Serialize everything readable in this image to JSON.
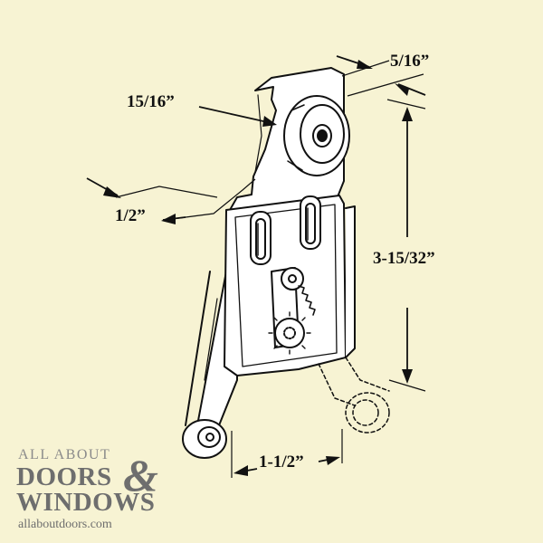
{
  "diagram": {
    "dimensions": {
      "roller_diameter": "15/16”",
      "roller_width": "5/16”",
      "offset": "1/2”",
      "height": "3-15/32”",
      "spacing": "1-1/2”"
    }
  },
  "logo": {
    "line1": "ALL ABOUT",
    "line2": "DOORS",
    "ampersand": "&",
    "line3": "WINDOWS",
    "url": "allaboutdoors.com"
  },
  "colors": {
    "background": "#f7f3d3",
    "line": "#111111",
    "part_fill": "#ffffff",
    "logo_gray": "#6e6e6e"
  }
}
